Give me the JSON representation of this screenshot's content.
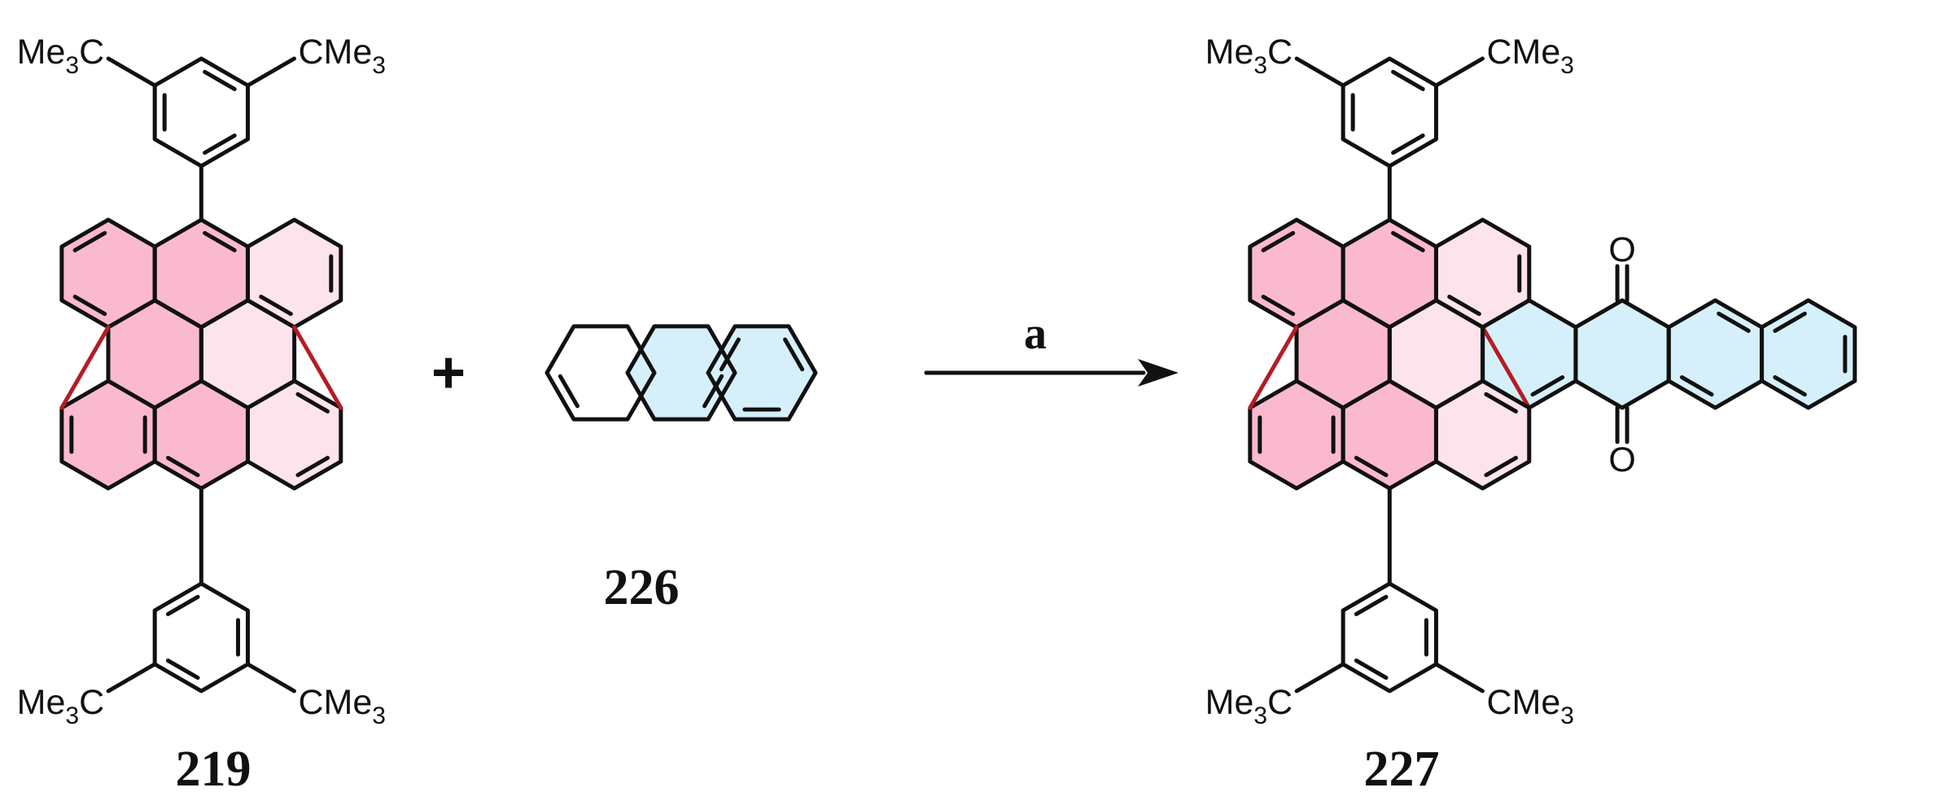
{
  "colors": {
    "pink_strong": "#fbb9cf",
    "pink_light": "#fde3ec",
    "blue": "#d5f0fa",
    "bond": "#111111",
    "bay_bond": "#b51c24"
  },
  "scheme": {
    "plus": "+",
    "condition": "a",
    "substituent_left": "Me3C",
    "substituent_right": "CMe3",
    "oxygen": "O"
  },
  "compounds": [
    {
      "id": "219"
    },
    {
      "id": "226"
    },
    {
      "id": "227"
    }
  ]
}
